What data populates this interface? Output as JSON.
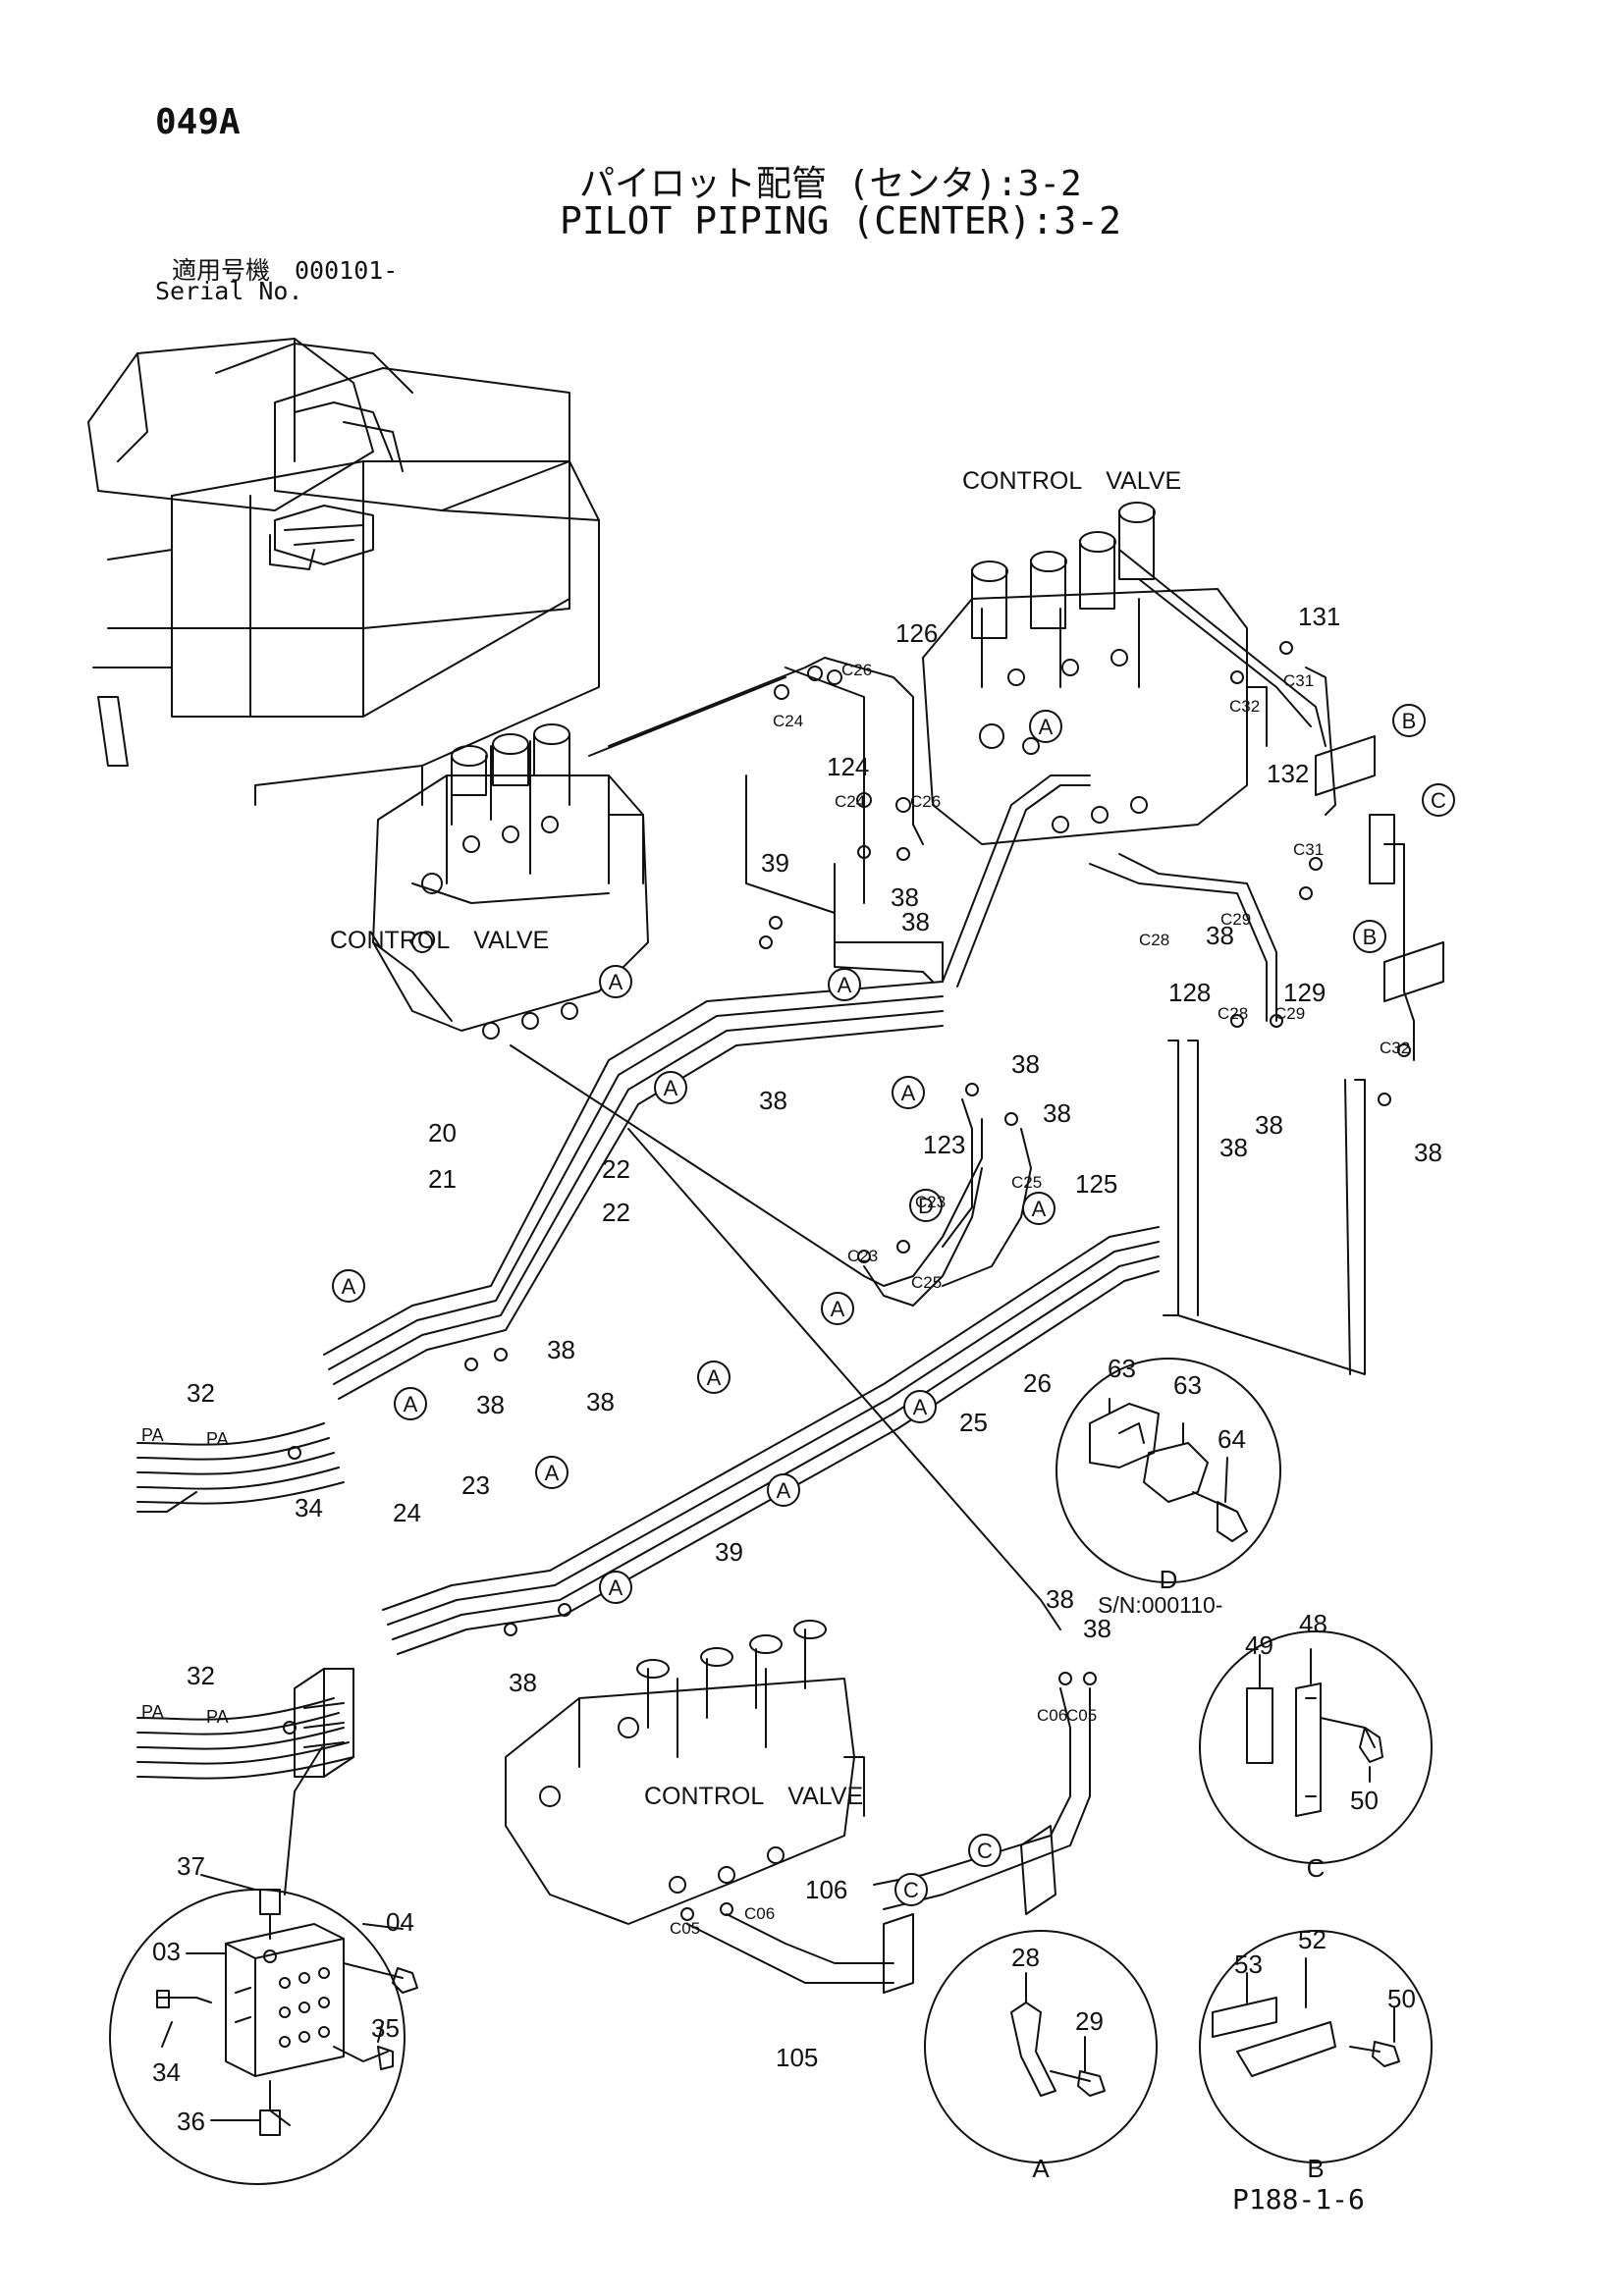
{
  "header": {
    "page_code": "049A",
    "title_jp": "パイロット配管 (センタ):3-2",
    "title_en": "PILOT PIPING (CENTER):3-2",
    "serial_jp": "適用号機　000101-",
    "serial_en": "Serial No."
  },
  "footer": {
    "code": "P188-1-6"
  },
  "component_labels": [
    "CONTROL　VALVE",
    "CONTROL　VALVE",
    "CONTROL　VALVE"
  ],
  "reference_letters": [
    "A",
    "B",
    "C",
    "D"
  ],
  "part_numbers": [
    "20",
    "21",
    "22",
    "22",
    "23",
    "24",
    "25",
    "26",
    "32",
    "32",
    "34",
    "38",
    "38",
    "38",
    "38",
    "38",
    "38",
    "38",
    "38",
    "38",
    "38",
    "38",
    "38",
    "38",
    "38",
    "38",
    "39",
    "39",
    "123",
    "124",
    "125",
    "126",
    "128",
    "129",
    "131",
    "132",
    "105",
    "106",
    "PA",
    "PA",
    "PA",
    "PA"
  ],
  "port_codes": [
    "C23",
    "C23",
    "C24",
    "C24",
    "C25",
    "C25",
    "C26",
    "C26",
    "C28",
    "C28",
    "C29",
    "C29",
    "C31",
    "C31",
    "C32",
    "C32",
    "C05",
    "C05",
    "C06",
    "C06"
  ],
  "details": {
    "D": {
      "letter": "D",
      "parts": [
        "63",
        "63",
        "64"
      ],
      "serial_note": "S/N:000110-"
    },
    "C": {
      "letter": "C",
      "parts": [
        "49",
        "48",
        "50"
      ]
    },
    "B": {
      "letter": "B",
      "parts": [
        "53",
        "52",
        "50"
      ]
    },
    "A": {
      "letter": "A",
      "parts": [
        "28",
        "29"
      ]
    },
    "block": {
      "parts": [
        "37",
        "03",
        "04",
        "34",
        "35",
        "36"
      ]
    }
  }
}
